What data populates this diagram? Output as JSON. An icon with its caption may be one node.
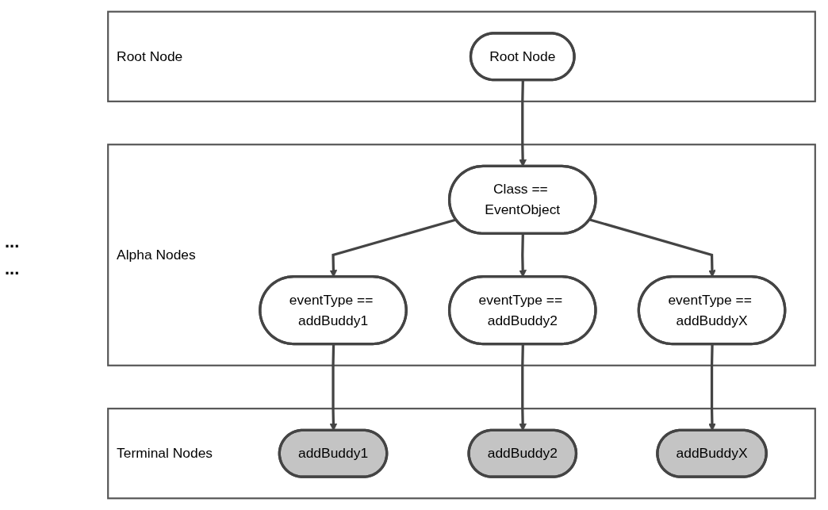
{
  "diagram": {
    "nodes": [
      {
        "text": [
          "Root Node"
        ]
      },
      {
        "text": [
          "Root Node"
        ],
        "in": 0
      },
      {
        "text": [
          "Alpha Nodes"
        ]
      },
      {
        "text": [
          "Class == EventObject"
        ],
        "in": 2
      },
      {
        "text": [
          "eventType == addBuddy1"
        ],
        "in": 2
      },
      {
        "text": [
          "eventType == addBuddy2"
        ],
        "in": 2
      },
      {
        "text": [
          "eventType == addBuddyX"
        ],
        "in": 2
      },
      {
        "text": [
          "Terminal Nodes"
        ]
      },
      {
        "text": [
          "addBuddy1"
        ],
        "in": 7
      },
      {
        "text": [
          "addBuddy2"
        ],
        "in": 7
      },
      {
        "text": [
          "addBuddyX"
        ],
        "in": 7
      }
    ],
    "edges": [
      {
        "from": 1,
        "to": 3,
        "arrow": "to"
      },
      {
        "from": 3,
        "to": 4,
        "arrow": "to"
      },
      {
        "from": 3,
        "to": 5,
        "arrow": "to"
      },
      {
        "from": 3,
        "to": 6,
        "arrow": "to"
      },
      {
        "from": 4,
        "to": 8,
        "arrow": "to"
      },
      {
        "from": 5,
        "to": 9,
        "arrow": "to"
      },
      {
        "from": 6,
        "to": 10,
        "arrow": "to"
      }
    ],
    "labels": [
      "...",
      "..."
    ]
  }
}
